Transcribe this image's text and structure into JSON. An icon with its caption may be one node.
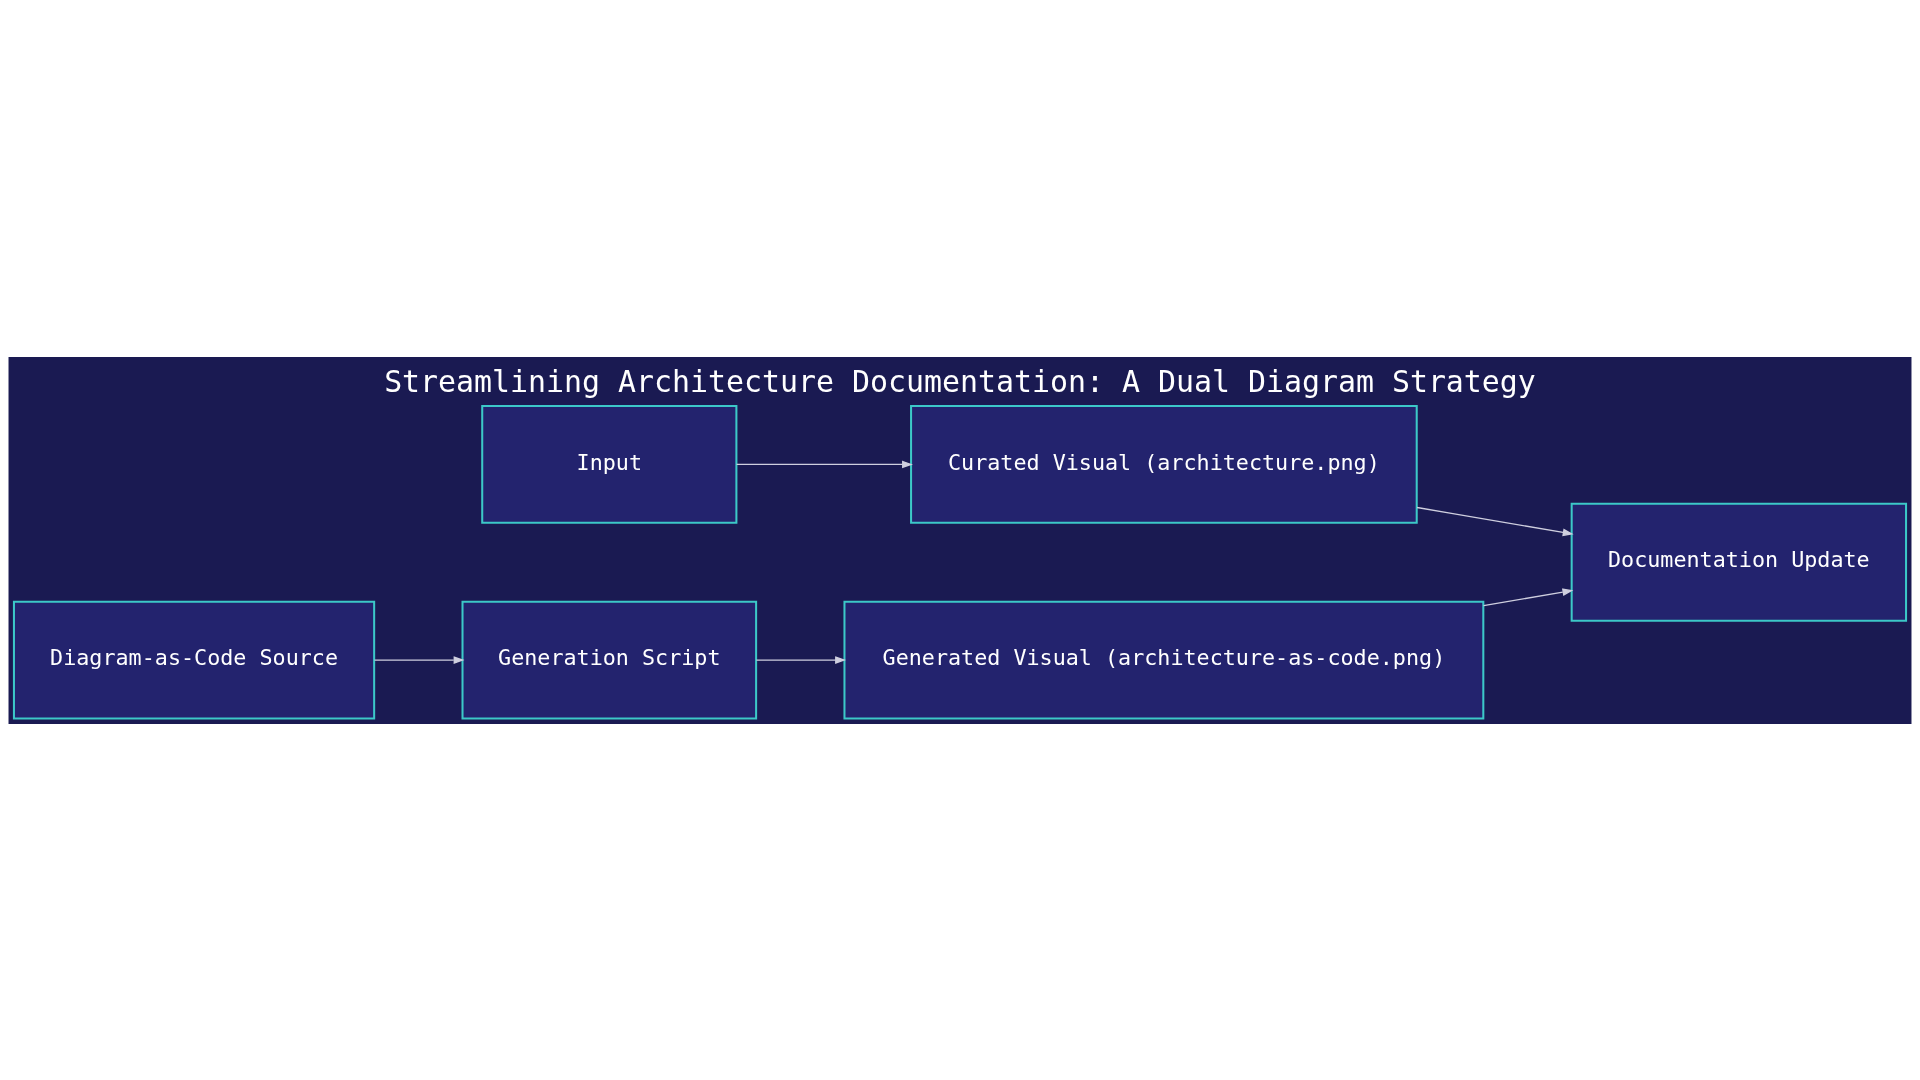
{
  "diagram": {
    "title": "Streamlining Architecture Documentation: A Dual Diagram Strategy",
    "nodes": [
      {
        "text": [
          "Input"
        ]
      },
      {
        "text": [
          "Curated Visual (architecture.png)"
        ]
      },
      {
        "text": [
          "Documentation Update"
        ]
      },
      {
        "text": [
          "Diagram-as-Code Source"
        ]
      },
      {
        "text": [
          "Generation Script"
        ]
      },
      {
        "text": [
          "Generated Visual (architecture-as-code.png)"
        ]
      }
    ],
    "edges": [
      {
        "from": 0,
        "to": 1,
        "arrow": "to"
      },
      {
        "from": 1,
        "to": 2,
        "arrow": "to"
      },
      {
        "from": 3,
        "to": 4,
        "arrow": "to"
      },
      {
        "from": 4,
        "to": 5,
        "arrow": "to"
      },
      {
        "from": 5,
        "to": 2,
        "arrow": "to"
      }
    ]
  }
}
